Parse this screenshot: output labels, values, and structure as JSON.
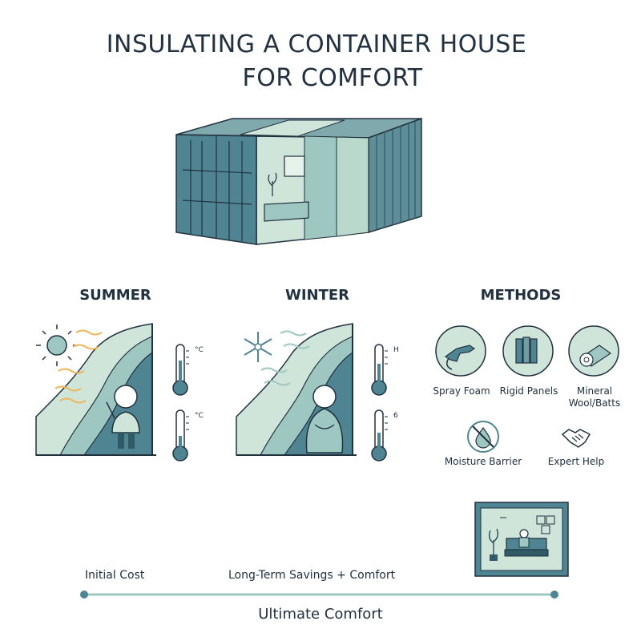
{
  "title": {
    "line1": "INSULATING A CONTAINER HOUSE",
    "line2": "FOR COMFORT"
  },
  "colors": {
    "teal": "#4f8592",
    "teal_dark": "#2f5a66",
    "teal_light": "#9dc7c0",
    "mint": "#cfe5d9",
    "accent_orange": "#f0b45a",
    "outline": "#22313f"
  },
  "sections": {
    "summer": {
      "heading": "SUMMER",
      "thermo_top": "°C",
      "thermo_bottom": "°C"
    },
    "winter": {
      "heading": "WINTER",
      "thermo_top": "H",
      "thermo_bottom": "6"
    },
    "methods": {
      "heading": "METHODS",
      "items": [
        {
          "label": "Spray Foam",
          "icon": "spray-gun-icon"
        },
        {
          "label": "Rigid Panels",
          "icon": "rigid-panels-icon"
        },
        {
          "label": "Mineral Wool/Batts",
          "icon": "wool-roll-icon"
        },
        {
          "label": "Moisture Barrier",
          "icon": "no-moisture-icon"
        },
        {
          "label": "Expert Help",
          "icon": "handshake-icon"
        }
      ]
    }
  },
  "timeline": {
    "start_label": "Initial Cost",
    "middle_label": "Long-Term Savings + Comfort",
    "end_label": "Ultimate Comfort"
  }
}
